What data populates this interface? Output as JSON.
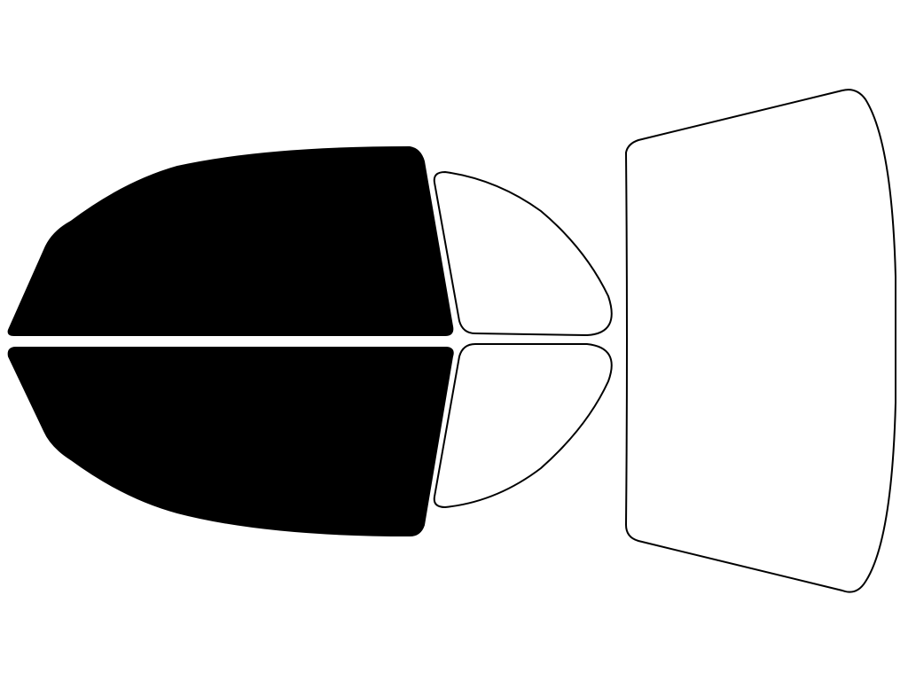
{
  "colors": {
    "background": "#ffffff",
    "tinted_fill": "#000000",
    "outline": "#000000"
  },
  "windows": [
    {
      "name": "front-door-window-top",
      "tinted": true
    },
    {
      "name": "front-door-window-bottom",
      "tinted": true
    },
    {
      "name": "rear-quarter-window-top",
      "tinted": false
    },
    {
      "name": "rear-quarter-window-bottom",
      "tinted": false
    },
    {
      "name": "rear-windshield",
      "tinted": false
    }
  ]
}
